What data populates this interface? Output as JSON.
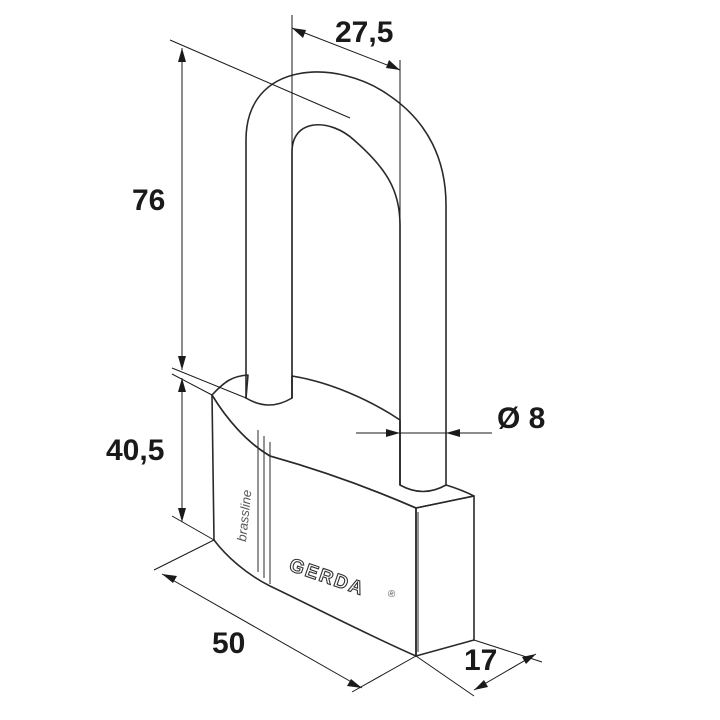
{
  "dimensions": {
    "shackle_width": "27,5",
    "shackle_height": "76",
    "body_height": "40,5",
    "shackle_diameter": "Ø 8",
    "body_width": "50",
    "body_depth": "17"
  },
  "product": {
    "brand": "GERDA",
    "line": "brassline",
    "registered_mark": "®"
  }
}
